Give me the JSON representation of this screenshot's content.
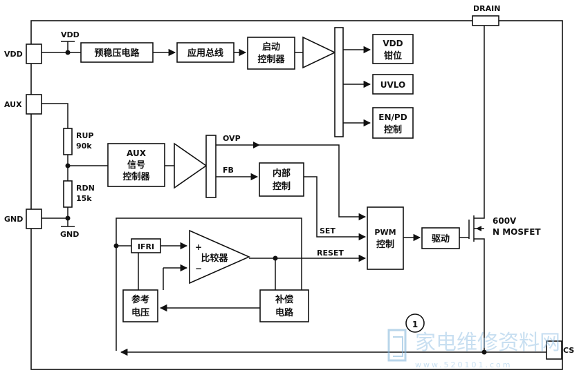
{
  "pins": {
    "vdd": "VDD",
    "aux": "AUX",
    "gnd": "GND",
    "drain": "DRAIN",
    "cs": "CS"
  },
  "nodes": {
    "vdd_top": "VDD",
    "gnd_bottom": "GND",
    "rup": "RUP",
    "rup_val": "90k",
    "rdn": "RDN",
    "rdn_val": "15k"
  },
  "blocks": {
    "preregulator": "预稳压电路",
    "app_bus": "应用总线",
    "startup_l1": "启动",
    "startup_l2": "控制器",
    "vdd_clamp_l1": "VDD",
    "vdd_clamp_l2": "钳位",
    "uvlo": "UVLO",
    "enpd_l1": "EN/PD",
    "enpd_l2": "控制",
    "aux_l1": "AUX",
    "aux_l2": "信号",
    "aux_l3": "控制器",
    "internal_l1": "内部",
    "internal_l2": "控制",
    "pwm_l1": "PWM",
    "pwm_l2": "控制",
    "driver": "驱动",
    "ifr": "IFRI",
    "comparator": "比较器",
    "vref_l1": "参考",
    "vref_l2": "电压",
    "comp_l1": "补偿",
    "comp_l2": "电路"
  },
  "signals": {
    "ovp": "OVP",
    "fb": "FB",
    "set": "SET",
    "reset": "RESET",
    "plus": "+",
    "minus": "−"
  },
  "mosfet": {
    "line1": "600V",
    "line2": "N MOSFET"
  },
  "marker": "1",
  "watermark": {
    "text": "家电维修资料网",
    "url": "www.520101.com"
  }
}
